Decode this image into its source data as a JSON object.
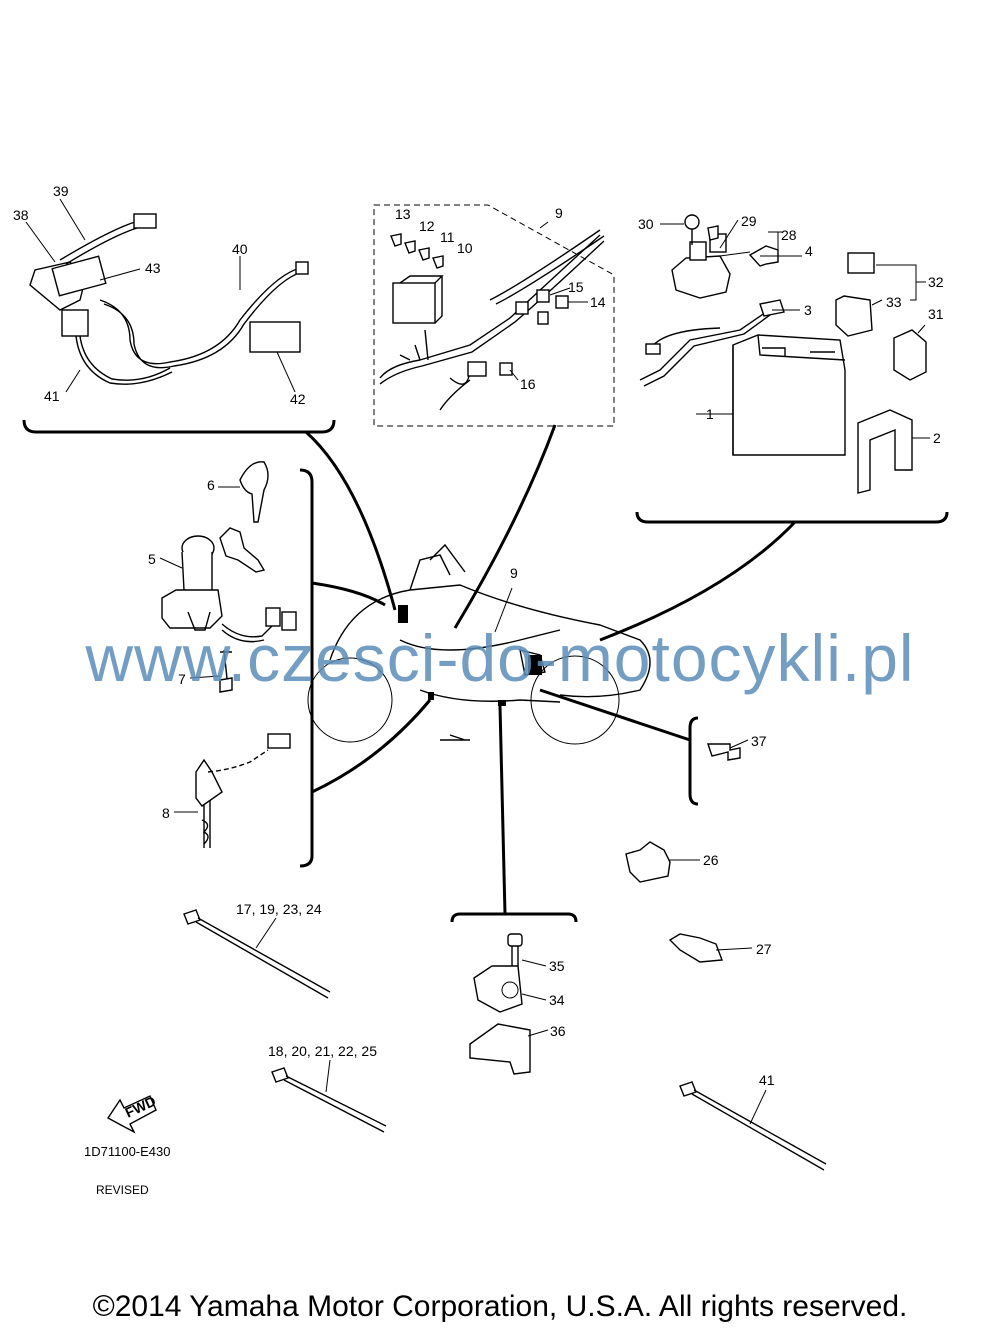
{
  "diagram": {
    "part_labels": {
      "p1": "1",
      "p2": "2",
      "p3": "3",
      "p4": "4",
      "p5": "5",
      "p6": "6",
      "p7": "7",
      "p8": "8",
      "p9_box": "9",
      "p9_main": "9",
      "p10": "10",
      "p11": "11",
      "p12": "12",
      "p13": "13",
      "p14": "14",
      "p15": "15",
      "p16": "16",
      "ties_a": "17, 19, 23, 24",
      "ties_b": "18, 20, 21, 22, 25",
      "p26": "26",
      "p27": "27",
      "p28": "28",
      "p29": "29",
      "p30": "30",
      "p31": "31",
      "p32": "32",
      "p33": "33",
      "p34": "34",
      "p35": "35",
      "p36": "36",
      "p37": "37",
      "p38": "38",
      "p39": "39",
      "p40": "40",
      "p41_a": "41",
      "p41_b": "41",
      "p42": "42",
      "p43": "43"
    },
    "fwd_label": "FWD",
    "drawing_code": "1D71100-E430",
    "revision_note": "REVISED"
  },
  "watermark": "www.czesci-do-motocykli.pl",
  "copyright": "©2014 Yamaha Motor Corporation, U.S.A. All rights reserved."
}
